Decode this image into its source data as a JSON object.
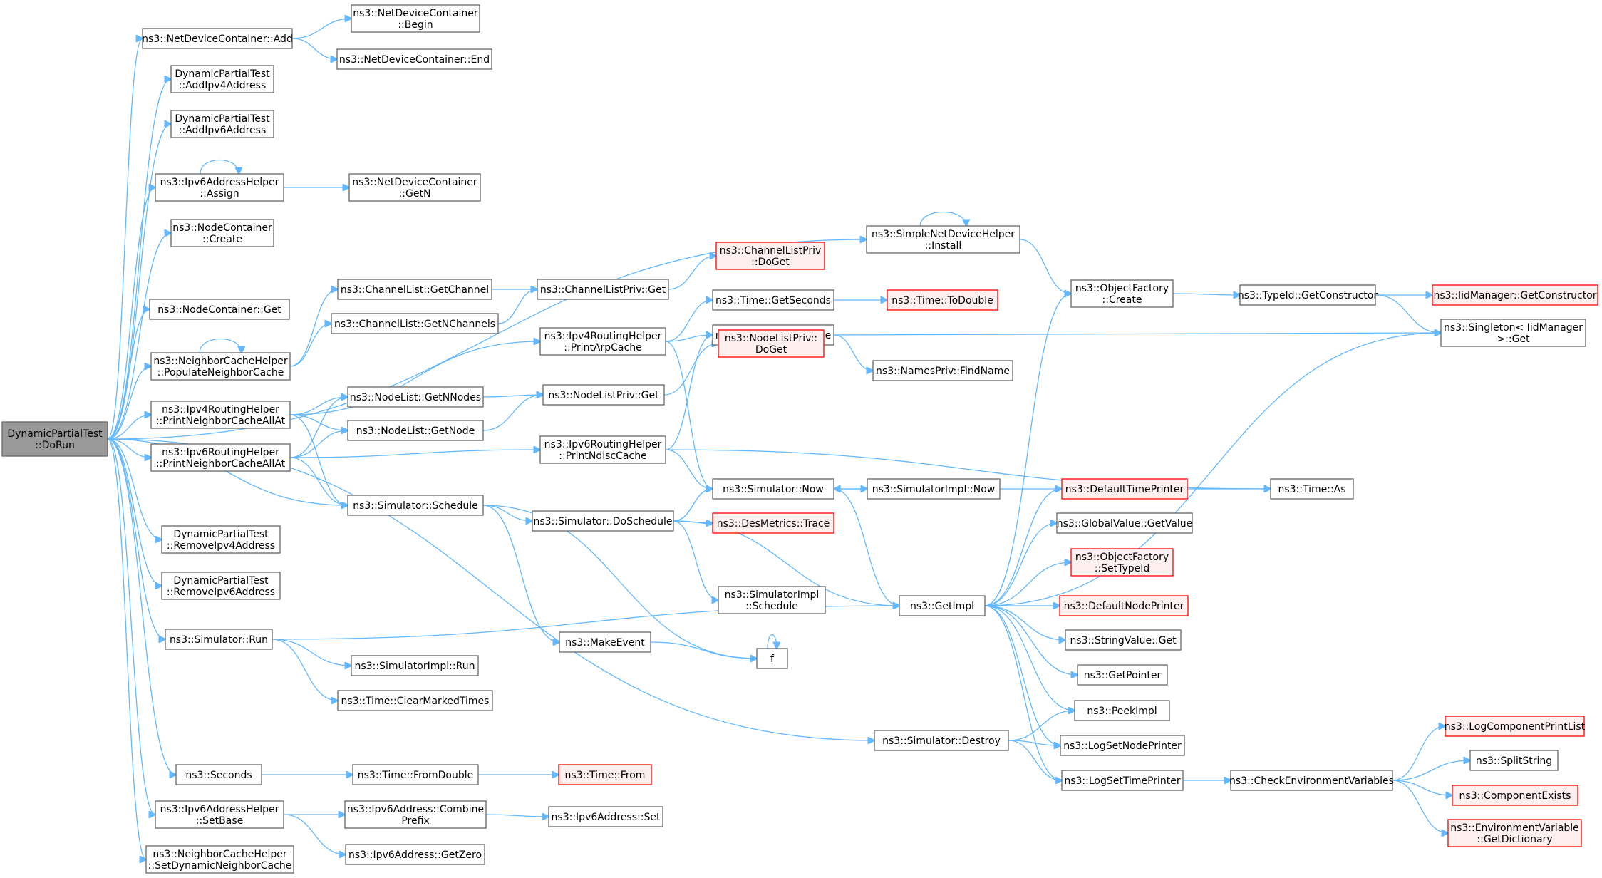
{
  "diagram": {
    "kind": "doxygen call graph",
    "colors": {
      "edge": "#63b8ff",
      "node_border": "#666666",
      "root_fill": "#999999",
      "truncated_border": "#ff0000",
      "truncated_fill": "#fff0f0"
    },
    "nodes": [
      {
        "id": "root",
        "lines": [
          "DynamicPartialTest",
          "::DoRun"
        ],
        "style": "root"
      },
      {
        "id": "ndc_add",
        "lines": [
          "ns3::NetDeviceContainer::Add"
        ]
      },
      {
        "id": "ndc_begin",
        "lines": [
          "ns3::NetDeviceContainer",
          "::Begin"
        ]
      },
      {
        "id": "ndc_end",
        "lines": [
          "ns3::NetDeviceContainer::End"
        ]
      },
      {
        "id": "add_ipv4",
        "lines": [
          "DynamicPartialTest",
          "::AddIpv4Address"
        ]
      },
      {
        "id": "add_ipv6",
        "lines": [
          "DynamicPartialTest",
          "::AddIpv6Address"
        ]
      },
      {
        "id": "ipv6ah_assign",
        "lines": [
          "ns3::Ipv6AddressHelper",
          "::Assign"
        ]
      },
      {
        "id": "ndc_getn",
        "lines": [
          "ns3::NetDeviceContainer",
          "::GetN"
        ]
      },
      {
        "id": "nc_create",
        "lines": [
          "ns3::NodeContainer",
          "::Create"
        ]
      },
      {
        "id": "sndh_install",
        "lines": [
          "ns3::SimpleNetDeviceHelper",
          "::Install"
        ]
      },
      {
        "id": "nc_get",
        "lines": [
          "ns3::NodeContainer::Get"
        ]
      },
      {
        "id": "nch_populate",
        "lines": [
          "ns3::NeighborCacheHelper",
          "::PopulateNeighborCache"
        ]
      },
      {
        "id": "cl_getchannel",
        "lines": [
          "ns3::ChannelList::GetChannel"
        ]
      },
      {
        "id": "cl_getnchannels",
        "lines": [
          "ns3::ChannelList::GetNChannels"
        ]
      },
      {
        "id": "clp_get",
        "lines": [
          "ns3::ChannelListPriv::Get"
        ]
      },
      {
        "id": "clp_doget",
        "lines": [
          "ns3::ChannelListPriv",
          "::DoGet"
        ],
        "style": "red"
      },
      {
        "id": "of_create",
        "lines": [
          "ns3::ObjectFactory",
          "::Create"
        ]
      },
      {
        "id": "tid_getctor",
        "lines": [
          "ns3::TypeId::GetConstructor"
        ]
      },
      {
        "id": "iid_getctor",
        "lines": [
          "ns3::IidManager::GetConstructor"
        ],
        "style": "red"
      },
      {
        "id": "singleton_get",
        "lines": [
          "ns3::Singleton< IidManager",
          " >::Get"
        ]
      },
      {
        "id": "time_getseconds",
        "lines": [
          "ns3::Time::GetSeconds"
        ]
      },
      {
        "id": "time_todouble",
        "lines": [
          "ns3::Time::ToDouble"
        ],
        "style": "red"
      },
      {
        "id": "names_findname",
        "lines": [
          "ns3::Names::FindName"
        ]
      },
      {
        "id": "namespriv_findname",
        "lines": [
          "ns3::NamesPriv::FindName"
        ]
      },
      {
        "id": "ipv4rh_printarp",
        "lines": [
          "ns3::Ipv4RoutingHelper",
          "::PrintArpCache"
        ]
      },
      {
        "id": "nodelistpriv_doget",
        "lines": [
          "ns3::NodeListPriv::",
          "DoGet"
        ],
        "style": "red"
      },
      {
        "id": "ipv4rh_printnc",
        "lines": [
          "ns3::Ipv4RoutingHelper",
          "::PrintNeighborCacheAllAt"
        ]
      },
      {
        "id": "nl_getnnodes",
        "lines": [
          "ns3::NodeList::GetNNodes"
        ]
      },
      {
        "id": "nlp_get",
        "lines": [
          "ns3::NodeListPriv::Get"
        ]
      },
      {
        "id": "nl_getnode",
        "lines": [
          "ns3::NodeList::GetNode"
        ]
      },
      {
        "id": "ipv6rh_printnc",
        "lines": [
          "ns3::Ipv6RoutingHelper",
          "::PrintNeighborCacheAllAt"
        ]
      },
      {
        "id": "ipv6rh_printndisc",
        "lines": [
          "ns3::Ipv6RoutingHelper",
          "::PrintNdiscCache"
        ]
      },
      {
        "id": "sim_now",
        "lines": [
          "ns3::Simulator::Now"
        ]
      },
      {
        "id": "simimpl_now",
        "lines": [
          "ns3::SimulatorImpl::Now"
        ]
      },
      {
        "id": "default_time_printer",
        "lines": [
          "ns3::DefaultTimePrinter"
        ],
        "style": "red"
      },
      {
        "id": "time_as",
        "lines": [
          "ns3::Time::As"
        ]
      },
      {
        "id": "sim_schedule",
        "lines": [
          "ns3::Simulator::Schedule"
        ]
      },
      {
        "id": "sim_doschedule",
        "lines": [
          "ns3::Simulator::DoSchedule"
        ]
      },
      {
        "id": "desmetrics_trace",
        "lines": [
          "ns3::DesMetrics::Trace"
        ],
        "style": "red"
      },
      {
        "id": "gv_getvalue",
        "lines": [
          "ns3::GlobalValue::GetValue"
        ]
      },
      {
        "id": "remove_ipv4",
        "lines": [
          "DynamicPartialTest",
          "::RemoveIpv4Address"
        ]
      },
      {
        "id": "of_settypeid",
        "lines": [
          "ns3::ObjectFactory",
          "::SetTypeId"
        ],
        "style": "red"
      },
      {
        "id": "simimpl_schedule",
        "lines": [
          "ns3::SimulatorImpl",
          "::Schedule"
        ]
      },
      {
        "id": "remove_ipv6",
        "lines": [
          "DynamicPartialTest",
          "::RemoveIpv6Address"
        ]
      },
      {
        "id": "getimpl",
        "lines": [
          "ns3::GetImpl"
        ]
      },
      {
        "id": "default_node_printer",
        "lines": [
          "ns3::DefaultNodePrinter"
        ],
        "style": "red"
      },
      {
        "id": "sim_run",
        "lines": [
          "ns3::Simulator::Run"
        ]
      },
      {
        "id": "make_event",
        "lines": [
          "ns3::MakeEvent"
        ]
      },
      {
        "id": "stringvalue_get",
        "lines": [
          "ns3::StringValue::Get"
        ]
      },
      {
        "id": "f",
        "lines": [
          "f"
        ]
      },
      {
        "id": "simimpl_run",
        "lines": [
          "ns3::SimulatorImpl::Run"
        ]
      },
      {
        "id": "getpointer",
        "lines": [
          "ns3::GetPointer"
        ]
      },
      {
        "id": "time_clearmarked",
        "lines": [
          "ns3::Time::ClearMarkedTimes"
        ]
      },
      {
        "id": "peekimpl",
        "lines": [
          "ns3::PeekImpl"
        ]
      },
      {
        "id": "logcomp_printlist",
        "lines": [
          "ns3::LogComponentPrintList"
        ],
        "style": "red"
      },
      {
        "id": "sim_destroy",
        "lines": [
          "ns3::Simulator::Destroy"
        ]
      },
      {
        "id": "log_setnodeprinter",
        "lines": [
          "ns3::LogSetNodePrinter"
        ]
      },
      {
        "id": "splitstring",
        "lines": [
          "ns3::SplitString"
        ]
      },
      {
        "id": "seconds",
        "lines": [
          "ns3::Seconds"
        ]
      },
      {
        "id": "time_fromdouble",
        "lines": [
          "ns3::Time::FromDouble"
        ]
      },
      {
        "id": "time_from",
        "lines": [
          "ns3::Time::From"
        ],
        "style": "red"
      },
      {
        "id": "log_settimeprinter",
        "lines": [
          "ns3::LogSetTimePrinter"
        ]
      },
      {
        "id": "check_env",
        "lines": [
          "ns3::CheckEnvironmentVariables"
        ]
      },
      {
        "id": "component_exists",
        "lines": [
          "ns3::ComponentExists"
        ],
        "style": "red"
      },
      {
        "id": "ipv6ah_setbase",
        "lines": [
          "ns3::Ipv6AddressHelper",
          "::SetBase"
        ]
      },
      {
        "id": "ipv6addr_combine",
        "lines": [
          "ns3::Ipv6Address::Combine",
          "Prefix"
        ]
      },
      {
        "id": "ipv6addr_set",
        "lines": [
          "ns3::Ipv6Address::Set"
        ]
      },
      {
        "id": "envvar_getdict",
        "lines": [
          "ns3::EnvironmentVariable",
          "::GetDictionary"
        ],
        "style": "red"
      },
      {
        "id": "ipv6addr_getzero",
        "lines": [
          "ns3::Ipv6Address::GetZero"
        ]
      },
      {
        "id": "nch_setdynamic",
        "lines": [
          "ns3::NeighborCacheHelper",
          "::SetDynamicNeighborCache"
        ]
      }
    ],
    "edges": [
      [
        "root",
        "ndc_add"
      ],
      [
        "ndc_add",
        "ndc_begin"
      ],
      [
        "ndc_add",
        "ndc_end"
      ],
      [
        "root",
        "add_ipv4"
      ],
      [
        "root",
        "add_ipv6"
      ],
      [
        "root",
        "ipv6ah_assign"
      ],
      [
        "ipv6ah_assign",
        "ipv6ah_assign"
      ],
      [
        "ipv6ah_assign",
        "ndc_getn"
      ],
      [
        "root",
        "nc_create"
      ],
      [
        "root",
        "sndh_install"
      ],
      [
        "sndh_install",
        "sndh_install"
      ],
      [
        "sndh_install",
        "of_create"
      ],
      [
        "root",
        "nc_get"
      ],
      [
        "root",
        "nch_populate"
      ],
      [
        "nch_populate",
        "nch_populate"
      ],
      [
        "nch_populate",
        "cl_getchannel"
      ],
      [
        "nch_populate",
        "cl_getnchannels"
      ],
      [
        "cl_getchannel",
        "clp_get"
      ],
      [
        "cl_getnchannels",
        "clp_get"
      ],
      [
        "clp_get",
        "clp_doget"
      ],
      [
        "of_create",
        "tid_getctor"
      ],
      [
        "tid_getctor",
        "iid_getctor"
      ],
      [
        "tid_getctor",
        "singleton_get"
      ],
      [
        "root",
        "ipv4rh_printnc"
      ],
      [
        "ipv4rh_printnc",
        "ipv4rh_printarp"
      ],
      [
        "ipv4rh_printnc",
        "nl_getnnodes"
      ],
      [
        "ipv4rh_printnc",
        "nl_getnode"
      ],
      [
        "ipv4rh_printnc",
        "sim_schedule"
      ],
      [
        "ipv4rh_printarp",
        "time_getseconds"
      ],
      [
        "ipv4rh_printarp",
        "names_findname"
      ],
      [
        "ipv4rh_printarp",
        "sim_now"
      ],
      [
        "time_getseconds",
        "time_todouble"
      ],
      [
        "names_findname",
        "singleton_get"
      ],
      [
        "names_findname",
        "namespriv_findname"
      ],
      [
        "nl_getnnodes",
        "nlp_get"
      ],
      [
        "nl_getnode",
        "nlp_get"
      ],
      [
        "nlp_get",
        "nodelistpriv_doget"
      ],
      [
        "root",
        "ipv6rh_printnc"
      ],
      [
        "ipv6rh_printnc",
        "nl_getnnodes"
      ],
      [
        "ipv6rh_printnc",
        "nl_getnode"
      ],
      [
        "ipv6rh_printnc",
        "ipv6rh_printndisc"
      ],
      [
        "ipv6rh_printnc",
        "sim_schedule"
      ],
      [
        "ipv6rh_printndisc",
        "names_findname"
      ],
      [
        "ipv6rh_printndisc",
        "time_as"
      ],
      [
        "ipv6rh_printndisc",
        "sim_now"
      ],
      [
        "root",
        "sim_schedule"
      ],
      [
        "sim_schedule",
        "sim_doschedule"
      ],
      [
        "sim_schedule",
        "make_event"
      ],
      [
        "sim_schedule",
        "f"
      ],
      [
        "sim_doschedule",
        "sim_now"
      ],
      [
        "sim_doschedule",
        "desmetrics_trace"
      ],
      [
        "sim_doschedule",
        "simimpl_schedule"
      ],
      [
        "sim_doschedule",
        "getimpl"
      ],
      [
        "sim_now",
        "simimpl_now"
      ],
      [
        "sim_now",
        "getimpl"
      ],
      [
        "default_time_printer",
        "sim_now"
      ],
      [
        "default_time_printer",
        "time_as"
      ],
      [
        "getimpl",
        "of_create"
      ],
      [
        "getimpl",
        "singleton_get"
      ],
      [
        "getimpl",
        "default_time_printer"
      ],
      [
        "getimpl",
        "gv_getvalue"
      ],
      [
        "getimpl",
        "of_settypeid"
      ],
      [
        "getimpl",
        "default_node_printer"
      ],
      [
        "getimpl",
        "stringvalue_get"
      ],
      [
        "getimpl",
        "getpointer"
      ],
      [
        "getimpl",
        "peekimpl"
      ],
      [
        "getimpl",
        "log_setnodeprinter"
      ],
      [
        "getimpl",
        "log_settimeprinter"
      ],
      [
        "root",
        "remove_ipv4"
      ],
      [
        "root",
        "remove_ipv6"
      ],
      [
        "root",
        "sim_run"
      ],
      [
        "sim_run",
        "getimpl"
      ],
      [
        "sim_run",
        "simimpl_run"
      ],
      [
        "sim_run",
        "time_clearmarked"
      ],
      [
        "make_event",
        "f"
      ],
      [
        "f",
        "f"
      ],
      [
        "sim_doschedule",
        "sim_now"
      ],
      [
        "root",
        "sim_destroy"
      ],
      [
        "sim_destroy",
        "peekimpl"
      ],
      [
        "sim_destroy",
        "log_setnodeprinter"
      ],
      [
        "sim_destroy",
        "log_settimeprinter"
      ],
      [
        "log_settimeprinter",
        "check_env"
      ],
      [
        "check_env",
        "logcomp_printlist"
      ],
      [
        "check_env",
        "splitstring"
      ],
      [
        "check_env",
        "component_exists"
      ],
      [
        "check_env",
        "envvar_getdict"
      ],
      [
        "root",
        "seconds"
      ],
      [
        "seconds",
        "time_fromdouble"
      ],
      [
        "time_fromdouble",
        "time_from"
      ],
      [
        "root",
        "ipv6ah_setbase"
      ],
      [
        "ipv6ah_setbase",
        "ipv6addr_combine"
      ],
      [
        "ipv6ah_setbase",
        "ipv6addr_getzero"
      ],
      [
        "ipv6addr_combine",
        "ipv6addr_set"
      ],
      [
        "root",
        "nch_setdynamic"
      ]
    ]
  }
}
